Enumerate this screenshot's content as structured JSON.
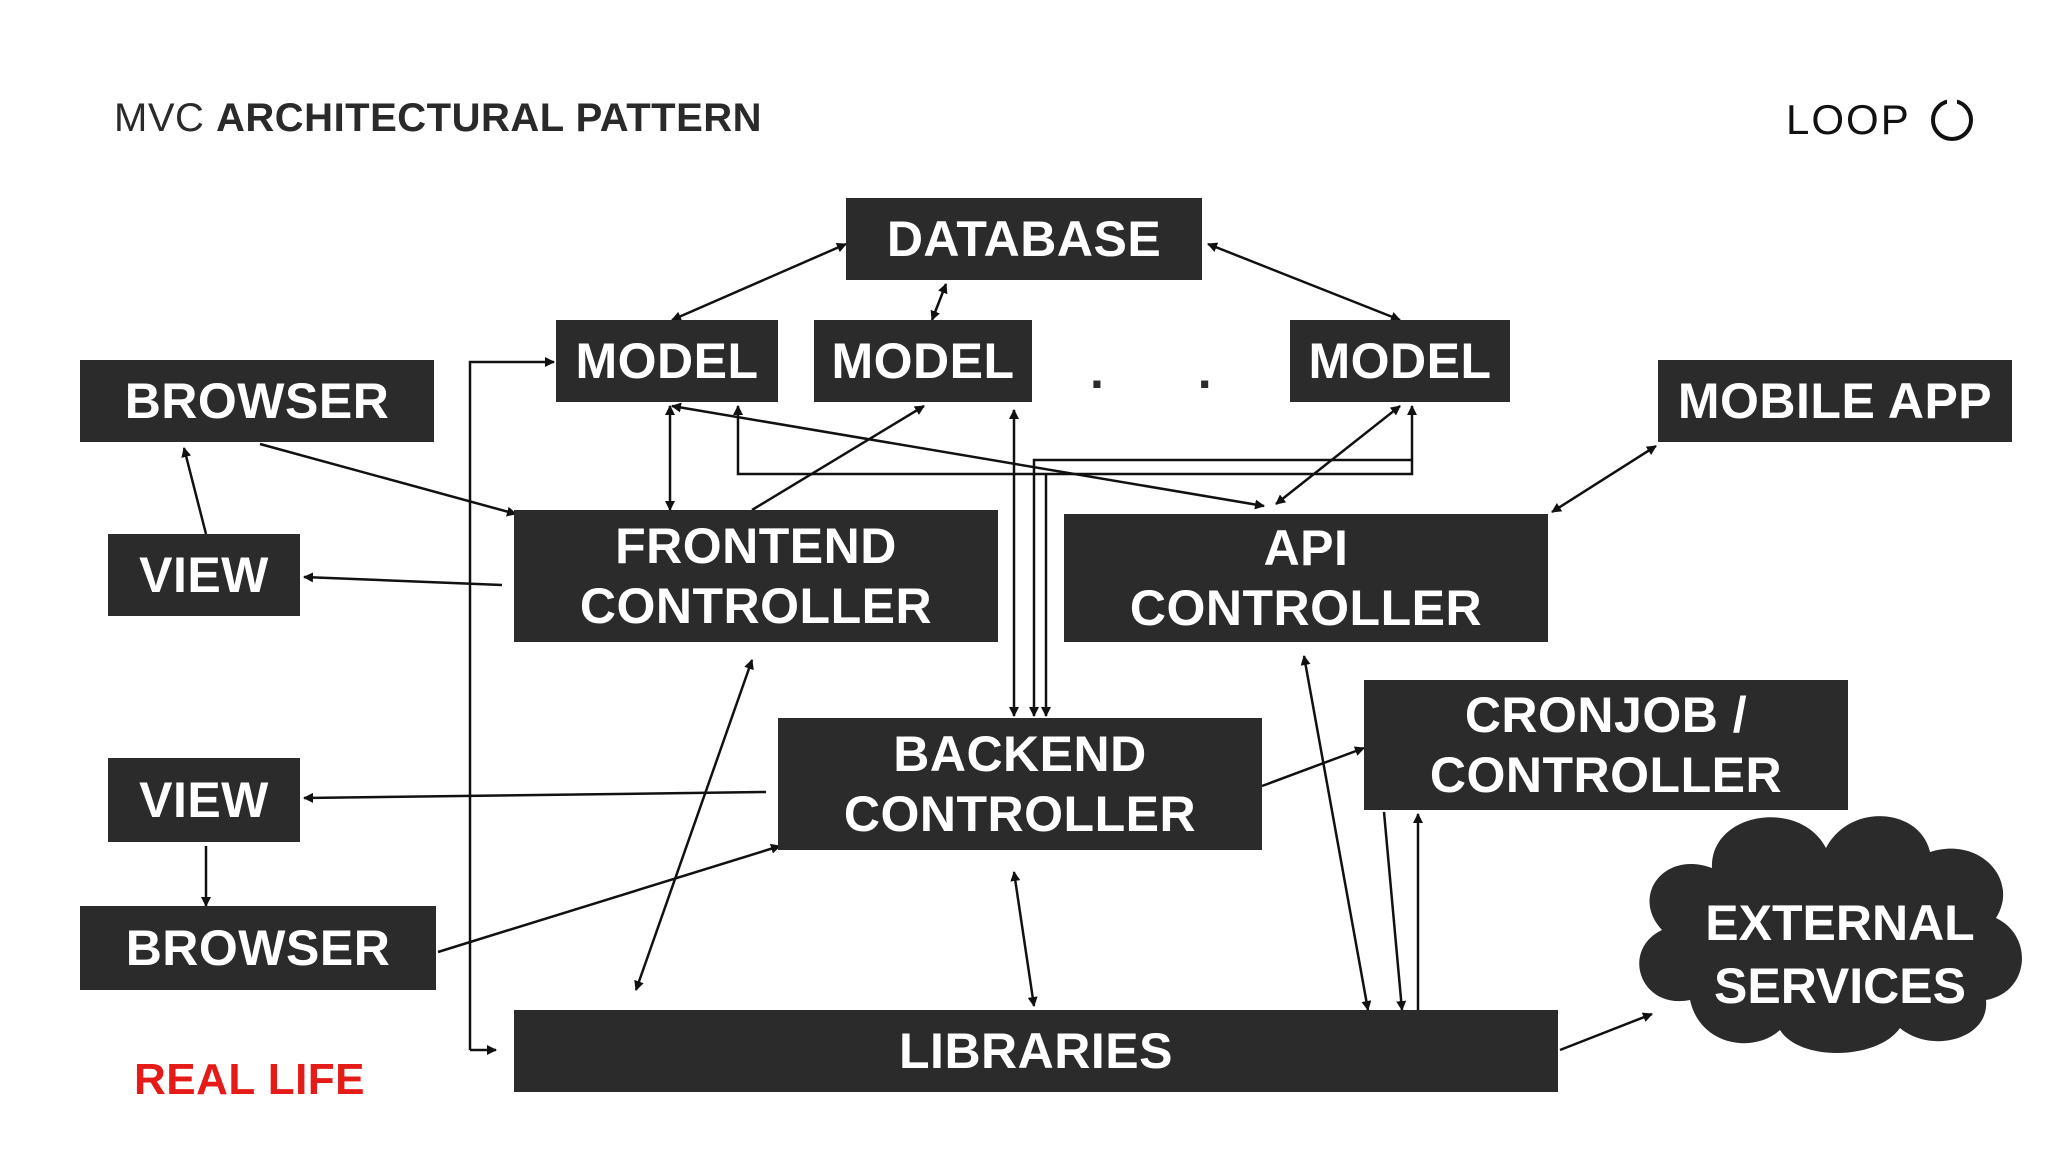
{
  "header": {
    "title_light": "MVC",
    "title_bold": "ARCHITECTURAL PATTERN",
    "logo_text": "LOOP"
  },
  "nodes": {
    "database": "DATABASE",
    "model_1": "MODEL",
    "model_2": "MODEL",
    "model_3": "MODEL",
    "ellipsis": ". . .",
    "browser_top": "BROWSER",
    "mobile_app": "MOBILE APP",
    "view_top": "VIEW",
    "frontend_controller": "FRONTEND\nCONTROLLER",
    "api_controller": "API\nCONTROLLER",
    "backend_controller": "BACKEND\nCONTROLLER",
    "cronjob_controller": "CRONJOB /\nCONTROLLER",
    "view_bottom": "VIEW",
    "browser_bottom": "BROWSER",
    "external_services": "EXTERNAL\nSERVICES",
    "libraries": "LIBRARIES"
  },
  "footer": {
    "label": "REAL LIFE",
    "label_color": "#e41b17"
  },
  "colors": {
    "box_fill": "#2b2b2b",
    "box_text": "#ffffff",
    "arrow": "#111111"
  }
}
